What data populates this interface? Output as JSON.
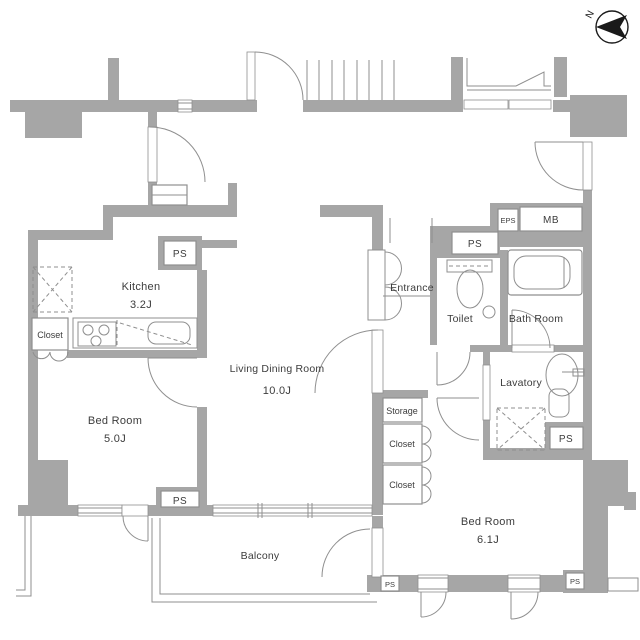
{
  "plan": {
    "type": "apartment-floor-plan",
    "compass": {
      "label": "N"
    },
    "rooms": {
      "kitchen": {
        "label": "Kitchen",
        "area": "3.2J"
      },
      "living_dining": {
        "label": "Living Dining Room",
        "area": "10.0J"
      },
      "bedroom_5": {
        "label": "Bed Room",
        "area": "5.0J"
      },
      "bedroom_6": {
        "label": "Bed Room",
        "area": "6.1J"
      },
      "entrance": {
        "label": "Entrance"
      },
      "toilet": {
        "label": "Toilet"
      },
      "bathroom": {
        "label": "Bath Room"
      },
      "lavatory": {
        "label": "Lavatory"
      },
      "balcony": {
        "label": "Balcony"
      },
      "storage": {
        "label": "Storage"
      },
      "closet_kitchen": {
        "label": "Closet"
      },
      "closet_upper": {
        "label": "Closet"
      },
      "closet_lower": {
        "label": "Closet"
      }
    },
    "utilities": {
      "ps_kitchen": "PS",
      "ps_toilet": "PS",
      "ps_lavatory": "PS",
      "ps_bedroom5": "PS",
      "ps_bedroom6_left": "PS",
      "ps_bedroom6_right": "PS",
      "eps": "EPS",
      "mb": "MB"
    },
    "colors": {
      "wall": "#a6a6a6",
      "line": "#8f8f8f",
      "text": "#3c3c3c",
      "compass": "#1a1a1a",
      "background": "#ffffff"
    }
  }
}
